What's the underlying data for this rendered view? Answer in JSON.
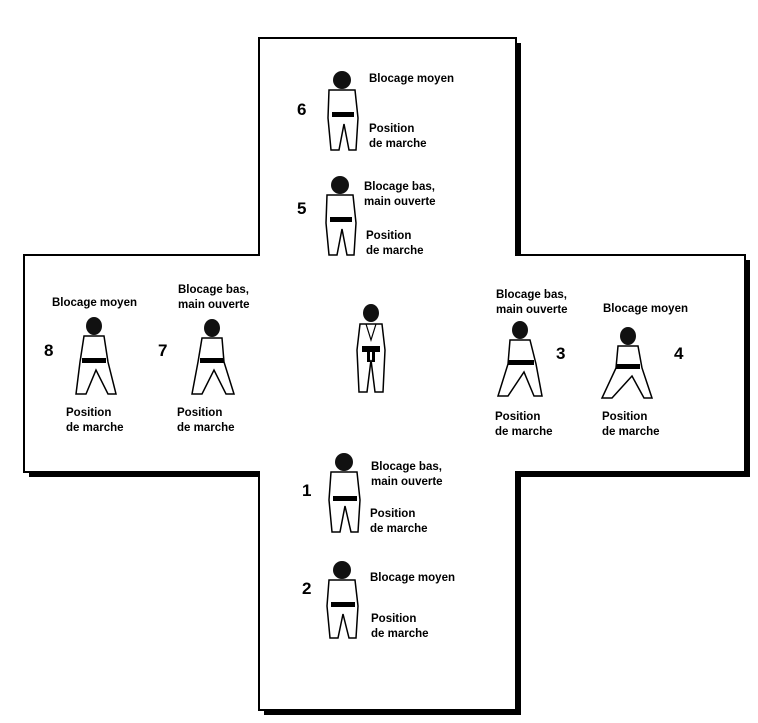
{
  "diagram": {
    "colors": {
      "outline": "#000000",
      "shadow": "#000000",
      "figure_fill": "#ffffff",
      "hair": "#111111"
    },
    "center_figure": {
      "icon": "karateka-ready-stance-icon"
    },
    "steps": [
      {
        "number": "1",
        "technique": [
          "Blocage bas,",
          "main ouverte"
        ],
        "stance": [
          "Position",
          "de marche"
        ],
        "icon": "karateka-low-block-icon"
      },
      {
        "number": "2",
        "technique": [
          "Blocage moyen"
        ],
        "stance": [
          "Position",
          "de marche"
        ],
        "icon": "karateka-middle-block-icon"
      },
      {
        "number": "3",
        "technique": [
          "Blocage bas,",
          "main ouverte"
        ],
        "stance": [
          "Position",
          "de marche"
        ],
        "icon": "karateka-low-block-icon"
      },
      {
        "number": "4",
        "technique": [
          "Blocage moyen"
        ],
        "stance": [
          "Position",
          "de marche"
        ],
        "icon": "karateka-middle-block-icon"
      },
      {
        "number": "5",
        "technique": [
          "Blocage bas,",
          "main ouverte"
        ],
        "stance": [
          "Position",
          "de marche"
        ],
        "icon": "karateka-low-block-icon"
      },
      {
        "number": "6",
        "technique": [
          "Blocage moyen"
        ],
        "stance": [
          "Position",
          "de marche"
        ],
        "icon": "karateka-middle-block-icon"
      },
      {
        "number": "7",
        "technique": [
          "Blocage bas,",
          "main ouverte"
        ],
        "stance": [
          "Position",
          "de marche"
        ],
        "icon": "karateka-low-block-icon"
      },
      {
        "number": "8",
        "technique": [
          "Blocage moyen"
        ],
        "stance": [
          "Position",
          "de marche"
        ],
        "icon": "karateka-middle-block-icon"
      }
    ]
  }
}
